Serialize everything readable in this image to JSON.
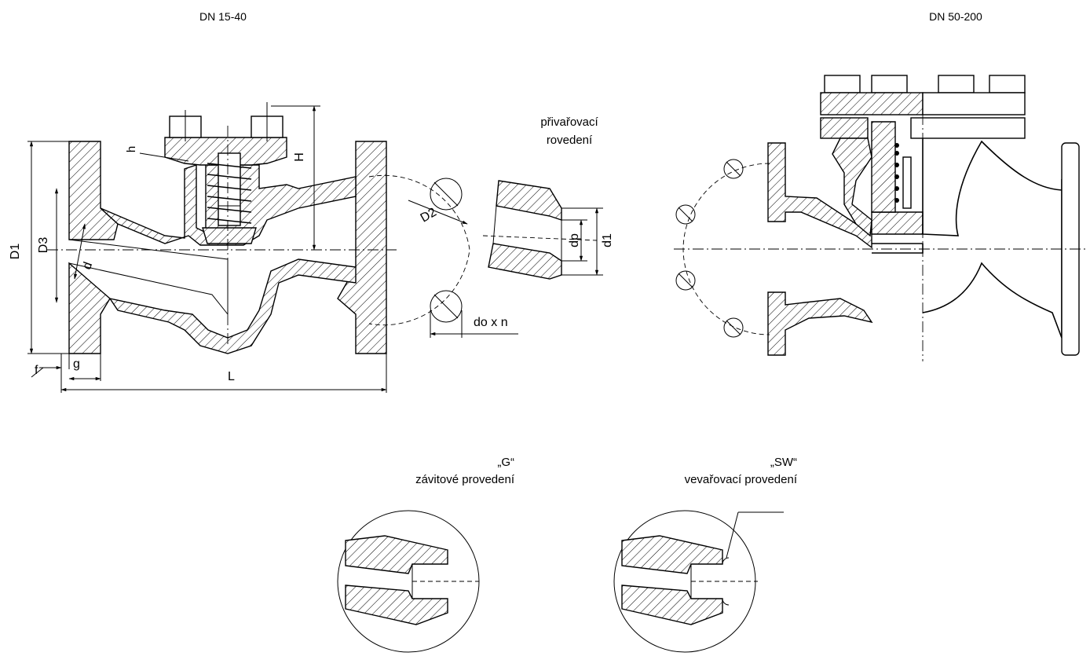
{
  "views": {
    "left_title": "DN 15-40",
    "right_title": "DN 50-200"
  },
  "weld_end": {
    "label_line1": "přivařovací",
    "label_line2": "rovedení"
  },
  "dimensions": {
    "D1": "D1",
    "D3": "D3",
    "d": "d",
    "h": "h",
    "H": "H",
    "D2": "D2",
    "dp": "dp",
    "d1": "d1",
    "do_x_n": "do x n",
    "f": "f",
    "g": "g",
    "L": "L"
  },
  "details": {
    "g_tag": "„G“",
    "g_text": "závitové provedení",
    "sw_tag": "„SW“",
    "sw_text": "vevařovací provedení"
  }
}
